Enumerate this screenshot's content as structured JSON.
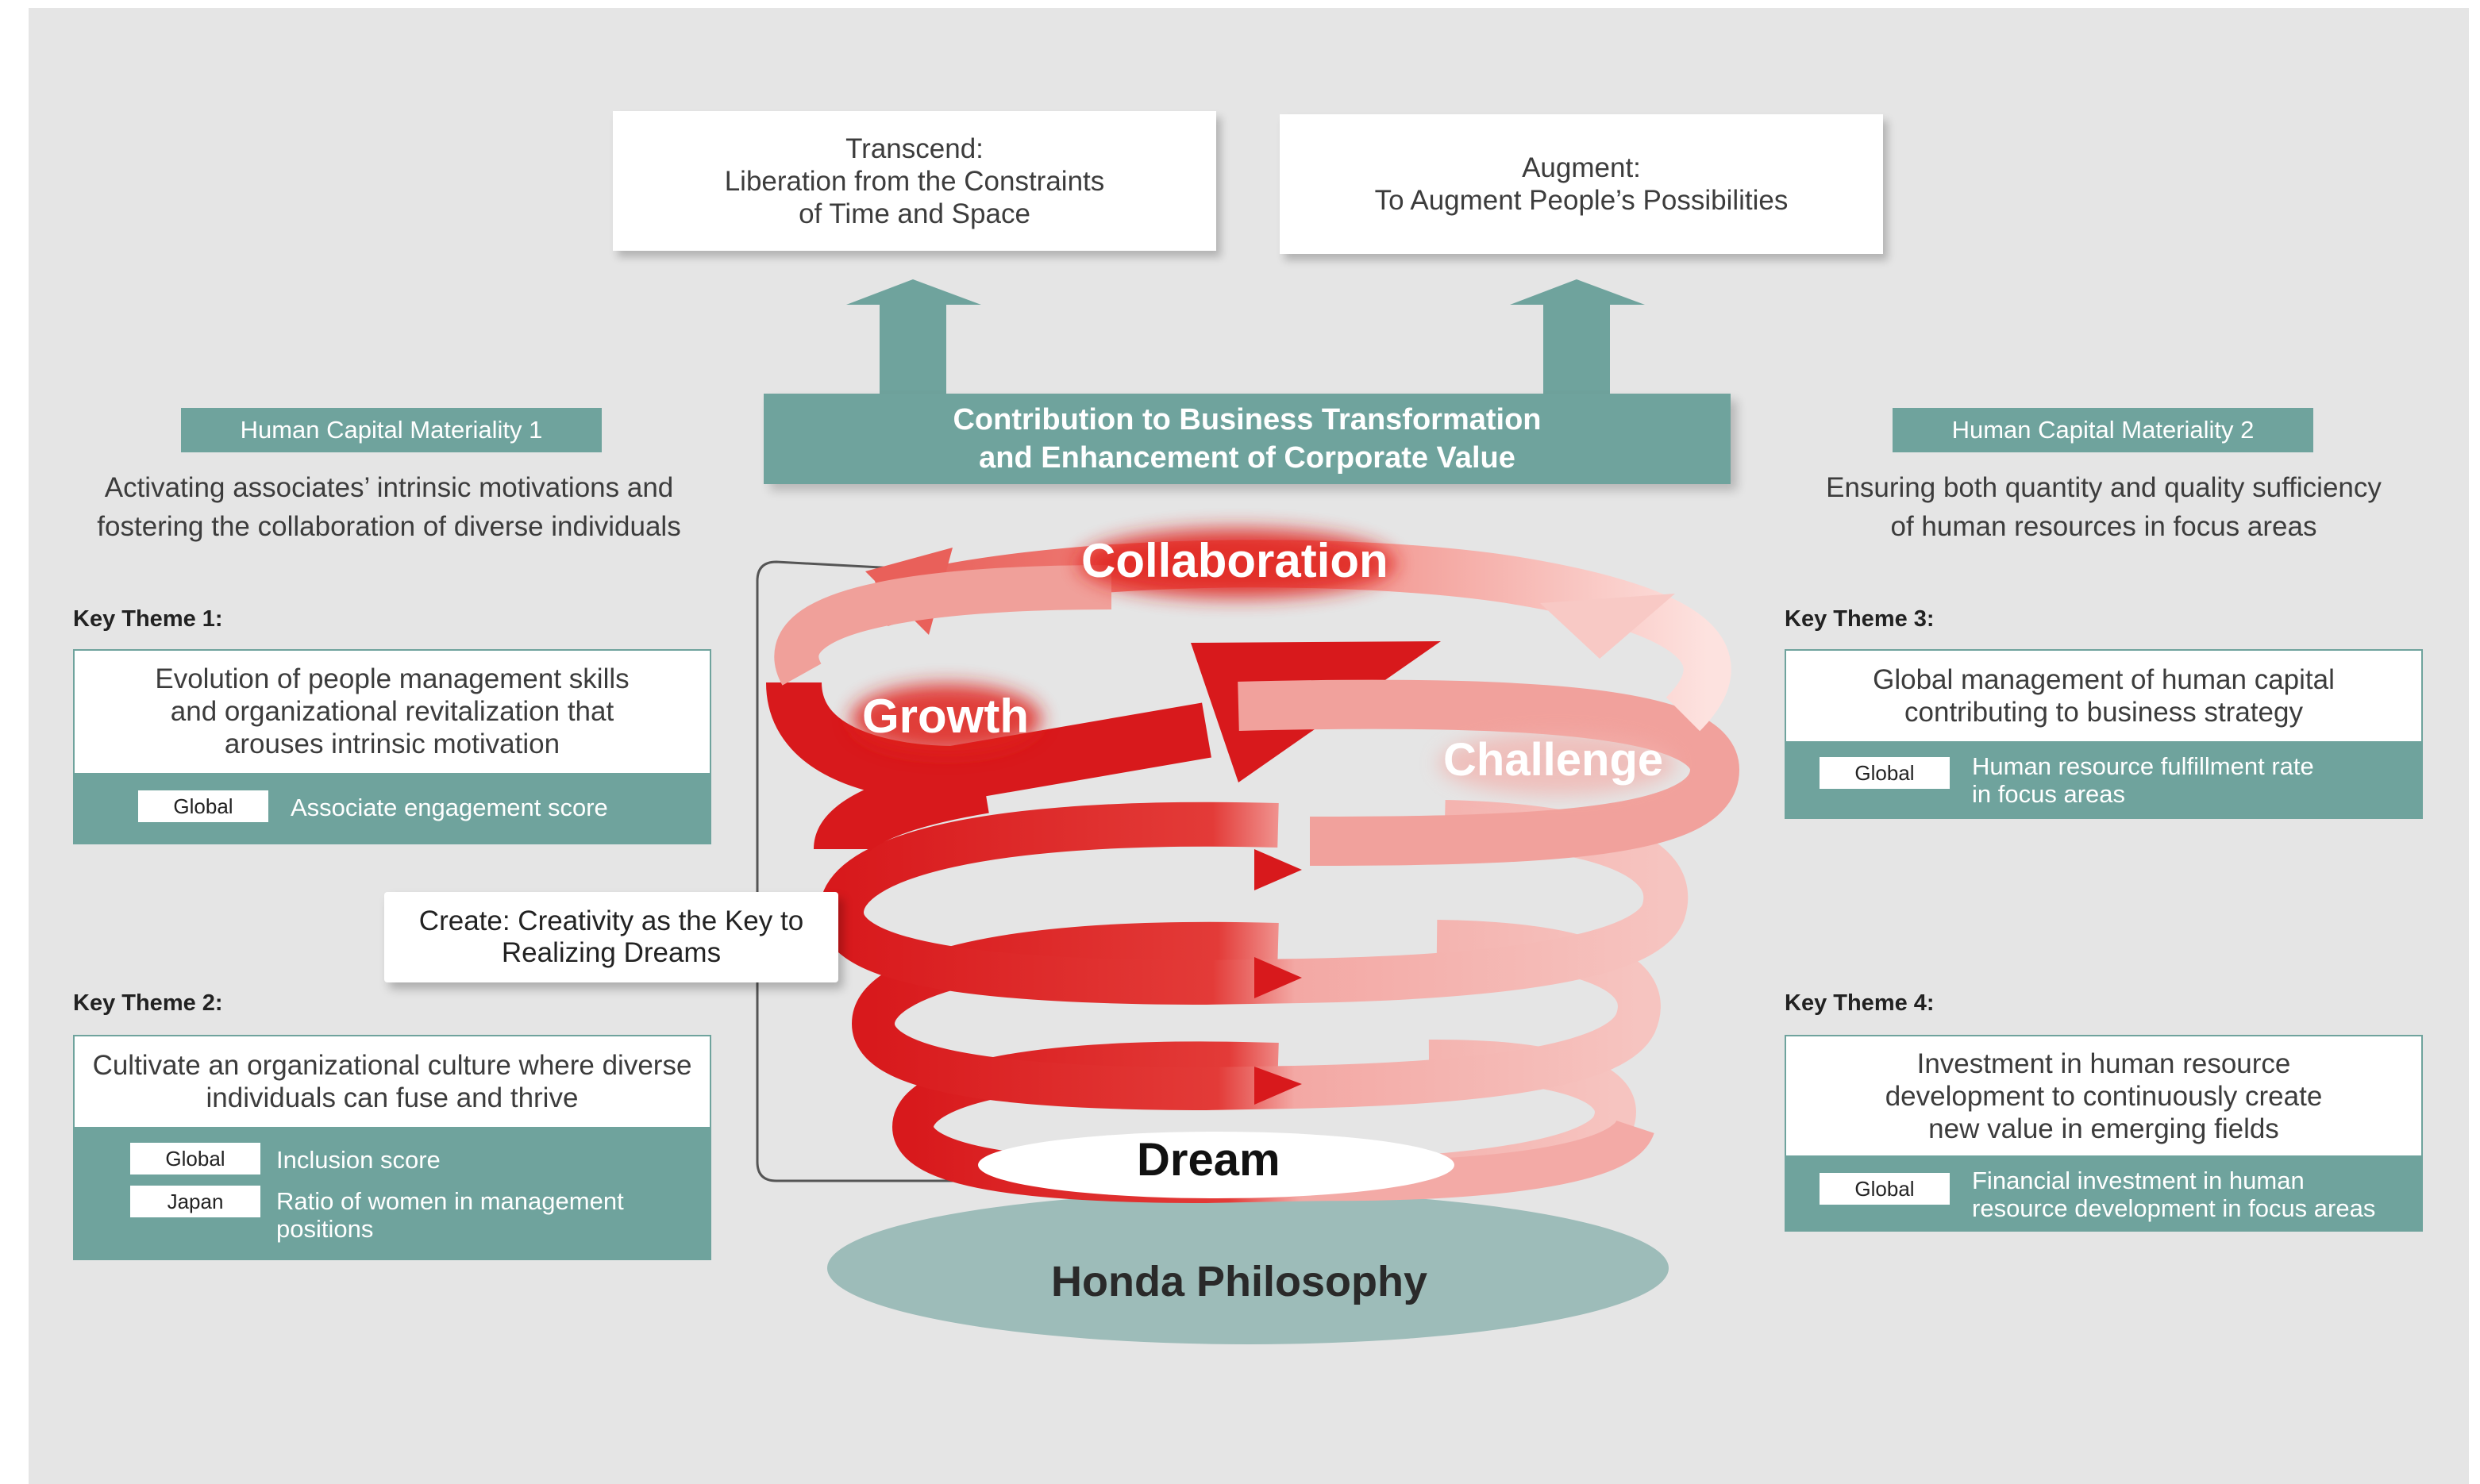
{
  "top_boxes": {
    "transcend": "Transcend:\nLiberation from the Constraints\nof Time and Space",
    "augment": "Augment:\nTo Augment People’s Possibilities"
  },
  "contribution": "Contribution to Business Transformation\nand Enhancement of Corporate Value",
  "materiality_1": {
    "label": "Human Capital Materiality 1",
    "description": "Activating associates’ intrinsic motivations and\nfostering the collaboration of diverse individuals"
  },
  "materiality_2": {
    "label": "Human Capital Materiality 2",
    "description": "Ensuring both quantity and quality sufficiency\nof human resources in focus areas"
  },
  "key_theme_1": {
    "title": "Key Theme 1:",
    "text": "Evolution of people management skills\nand organizational revitalization that\narouses intrinsic motivation",
    "kpis": [
      {
        "tag": "Global",
        "label": "Associate engagement score"
      }
    ]
  },
  "key_theme_2": {
    "title": "Key Theme 2:",
    "text": "Cultivate an organizational culture where diverse\nindividuals can fuse and thrive",
    "kpis": [
      {
        "tag": "Global",
        "label": "Inclusion score"
      },
      {
        "tag": "Japan",
        "label": "Ratio of women in management\npositions"
      }
    ]
  },
  "key_theme_3": {
    "title": "Key Theme 3:",
    "text": "Global management of human capital\ncontributing to business strategy",
    "kpis": [
      {
        "tag": "Global",
        "label": "Human resource fulfillment rate\nin focus areas"
      }
    ]
  },
  "key_theme_4": {
    "title": "Key Theme 4:",
    "text": "Investment in human resource\ndevelopment to continuously create\nnew value in emerging fields",
    "kpis": [
      {
        "tag": "Global",
        "label": "Financial investment in human\nresource development in focus areas"
      }
    ]
  },
  "create": "Create: Creativity as the Key to\nRealizing Dreams",
  "spiral_words": {
    "collaboration": "Collaboration",
    "growth": "Growth",
    "challenge": "Challenge"
  },
  "dream": "Dream",
  "philosophy": "Honda Philosophy",
  "colors": {
    "teal": "#6fa39d",
    "panel": "#e5e5e5",
    "red": "#d8191c",
    "pink": "#f2a9a6",
    "base": "#9dbcb9"
  }
}
